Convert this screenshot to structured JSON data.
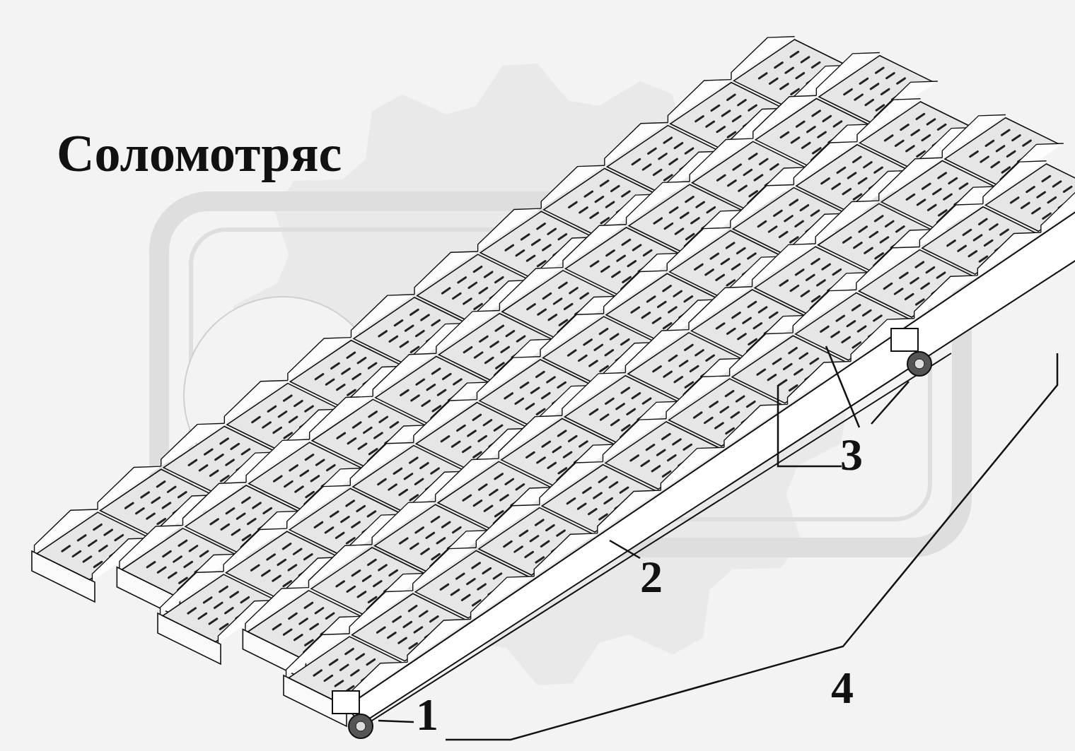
{
  "diagram": {
    "title": "Соломотряс",
    "labels": [
      "1",
      "2",
      "3",
      "4"
    ]
  }
}
